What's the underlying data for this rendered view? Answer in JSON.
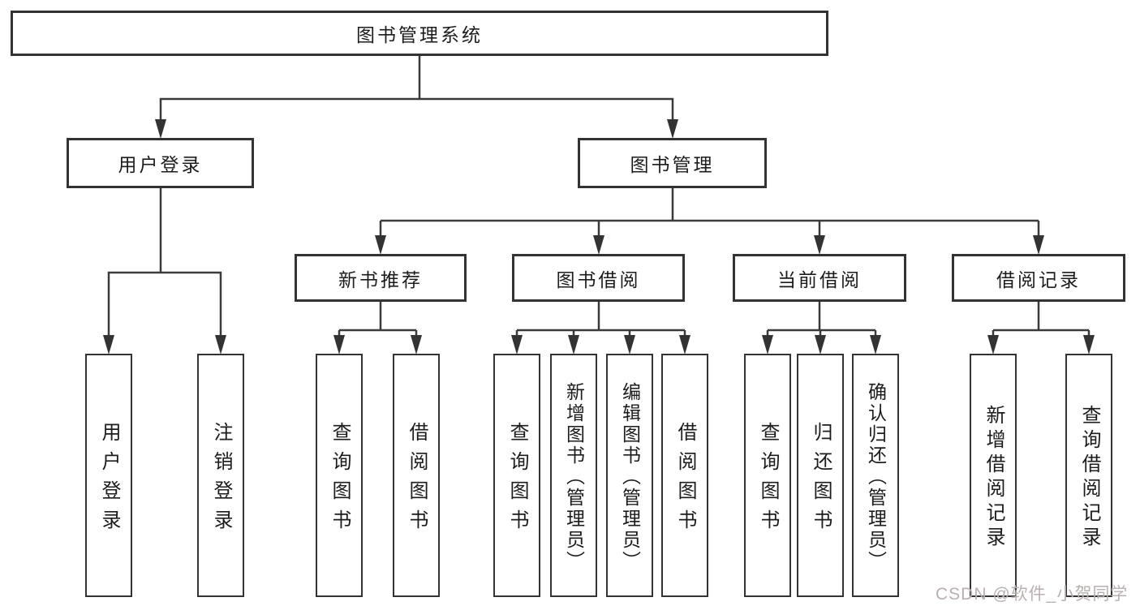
{
  "tree": {
    "label": "图书管理系统",
    "children": [
      {
        "label": "用户登录",
        "children": [
          {
            "label": "用户登录"
          },
          {
            "label": "注销登录"
          }
        ]
      },
      {
        "label": "图书管理",
        "children": [
          {
            "label": "新书推荐",
            "children": [
              {
                "label": "查询图书"
              },
              {
                "label": "借阅图书"
              }
            ]
          },
          {
            "label": "图书借阅",
            "children": [
              {
                "label": "查询图书"
              },
              {
                "label": "新增图书（管理员）"
              },
              {
                "label": "编辑图书（管理员）"
              },
              {
                "label": "借阅图书"
              }
            ]
          },
          {
            "label": "当前借阅",
            "children": [
              {
                "label": "查询图书"
              },
              {
                "label": "归还图书"
              },
              {
                "label": "确认归还（管理员）"
              }
            ]
          },
          {
            "label": "借阅记录",
            "children": [
              {
                "label": "新增借阅记录"
              },
              {
                "label": "查询借阅记录"
              }
            ]
          }
        ]
      }
    ]
  },
  "watermark": {
    "text": "CSDN @软件_小贺同学"
  },
  "colors": {
    "line": "#3a3a3a",
    "box_border": "#333333",
    "box_fill": "#ffffff",
    "text": "#1c1c1c",
    "watermark": "#b9b0b0"
  }
}
